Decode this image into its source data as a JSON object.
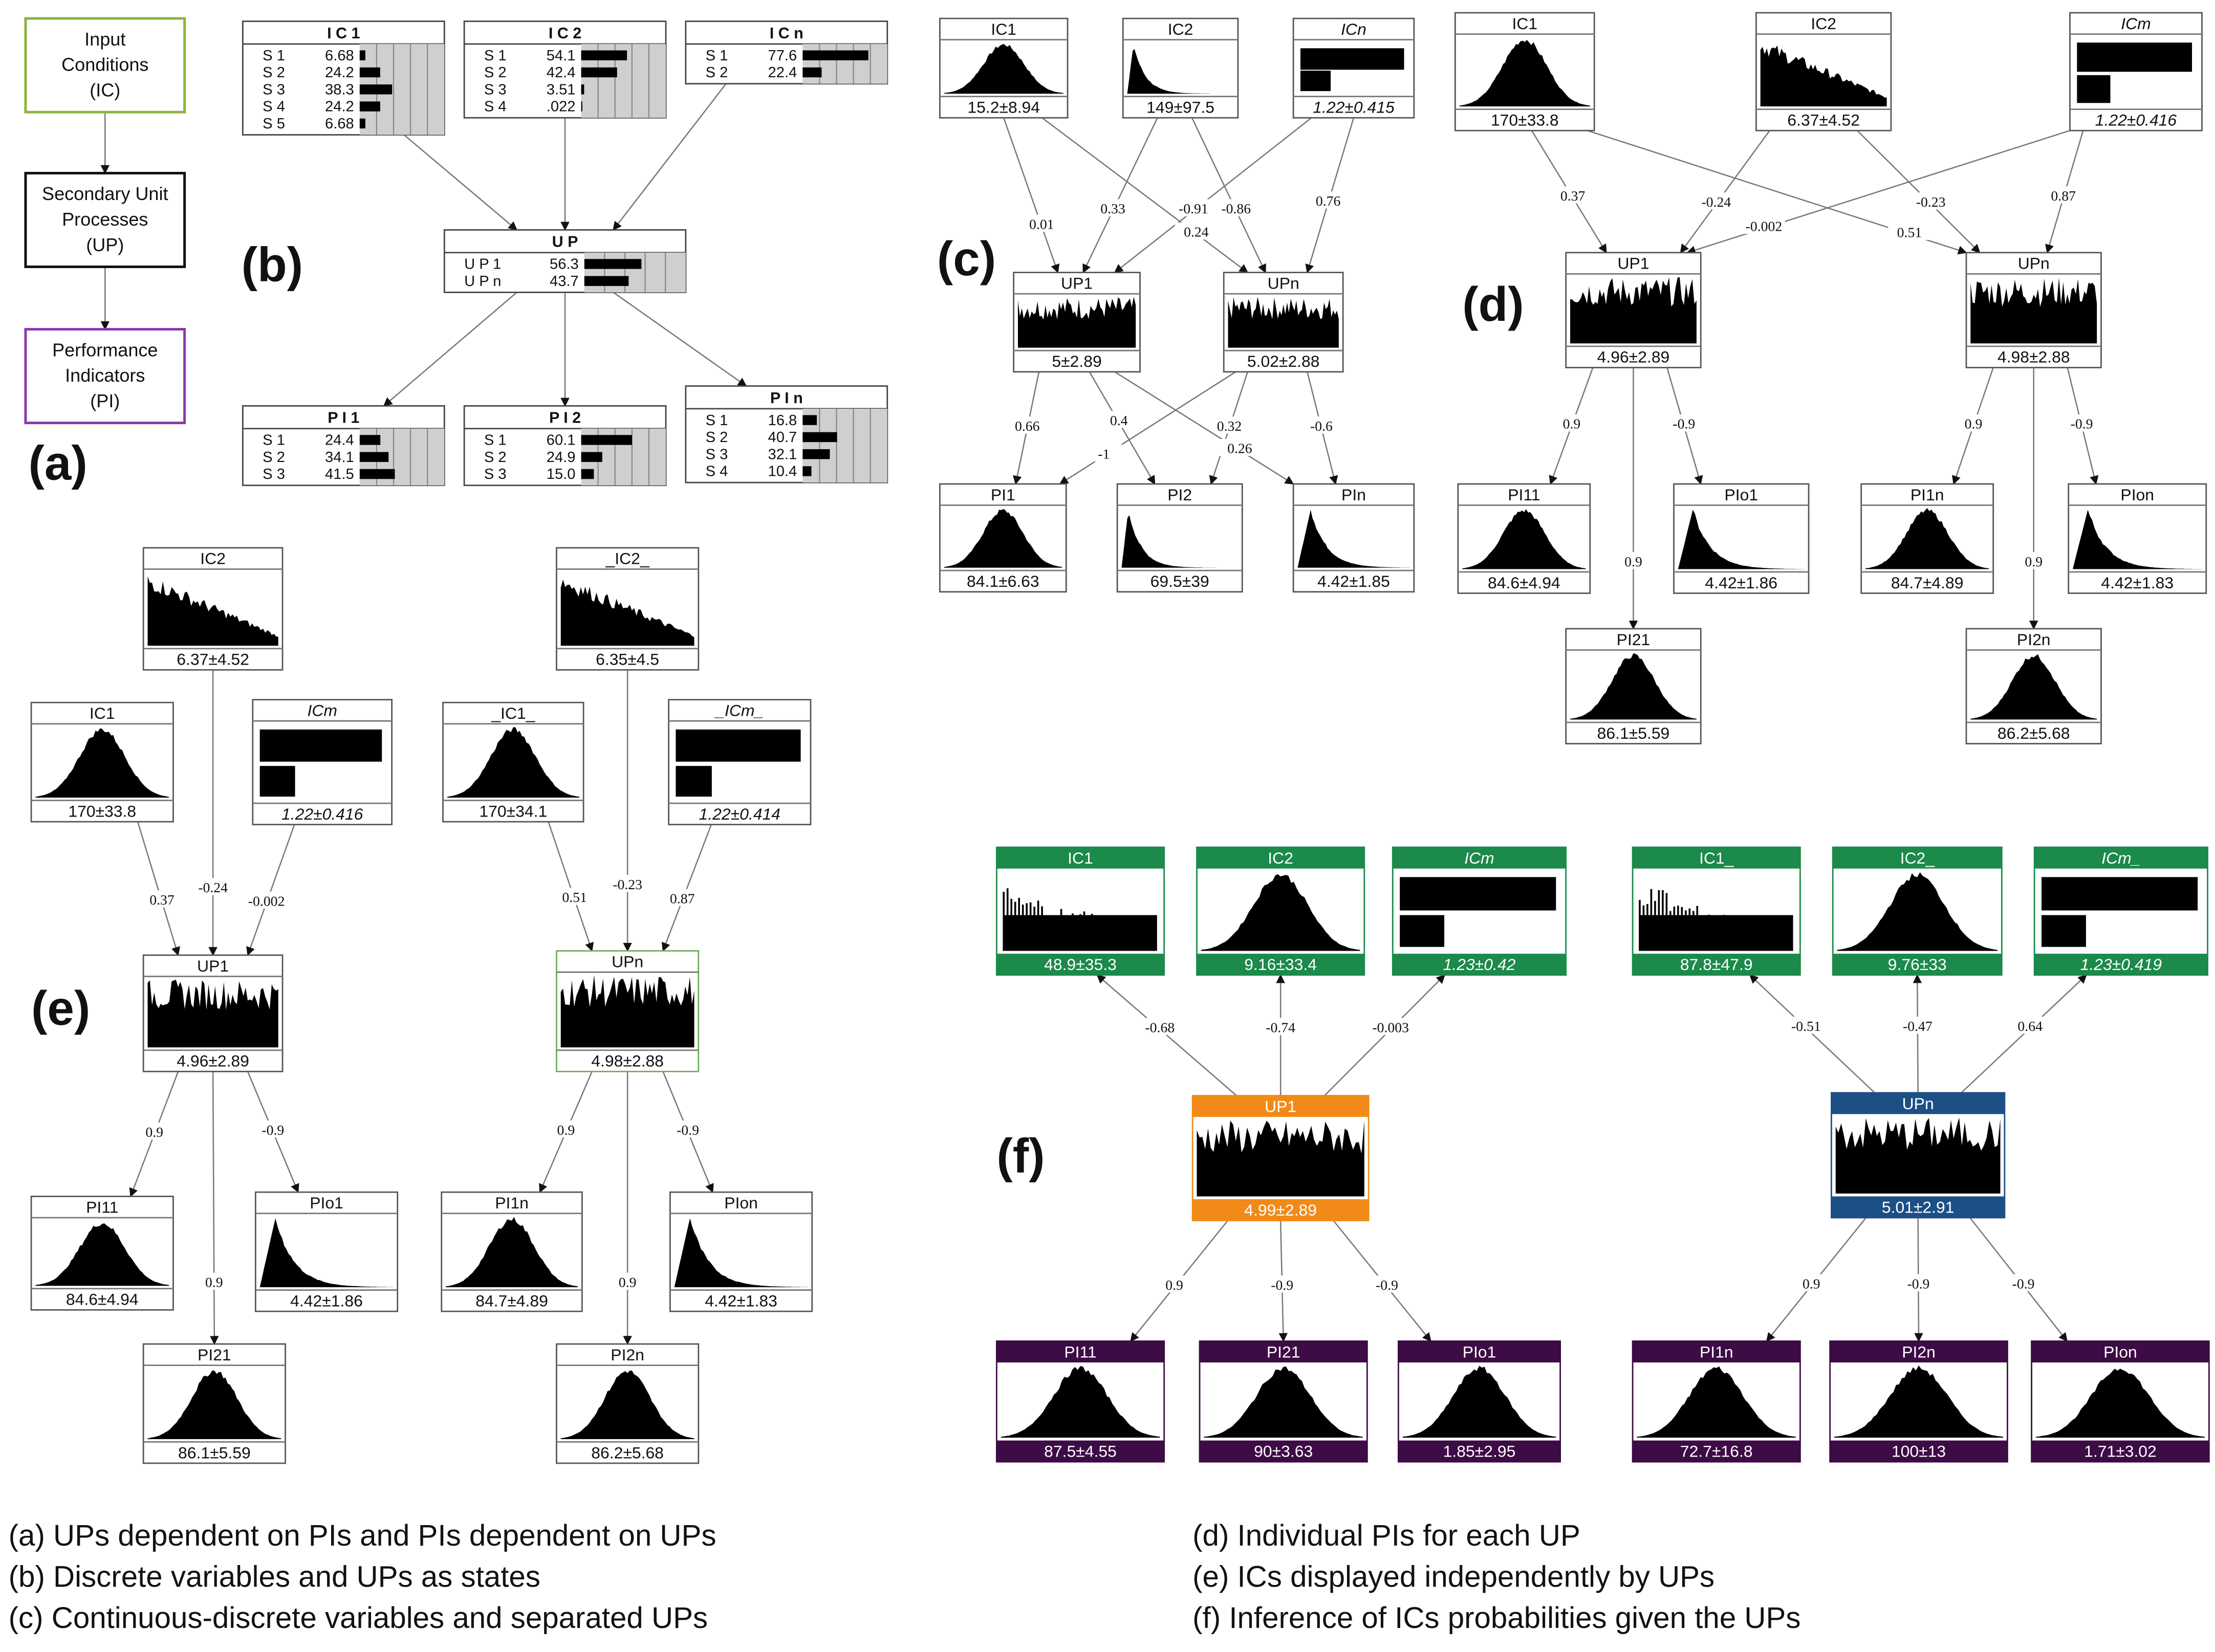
{
  "panel_letters": {
    "a": "(a)",
    "b": "(b)",
    "c": "(c)",
    "d": "(d)",
    "e": "(e)",
    "f": "(f)"
  },
  "a": {
    "ic": "Input|Conditions|(IC)",
    "up": "Secondary Unit|Processes|(UP)",
    "pi": "Performance|Indicators|(PI)",
    "colors": {
      "ic": "#8db33d",
      "up": "#111111",
      "pi": "#8a3aa8"
    }
  },
  "b": {
    "ic_tables": [
      {
        "title": "I C 1",
        "rows": [
          [
            "S 1",
            "6.68"
          ],
          [
            "S 2",
            "24.2"
          ],
          [
            "S 3",
            "38.3"
          ],
          [
            "S 4",
            "24.2"
          ],
          [
            "S 5",
            "6.68"
          ]
        ]
      },
      {
        "title": "I C 2",
        "rows": [
          [
            "S 1",
            "54.1"
          ],
          [
            "S 2",
            "42.4"
          ],
          [
            "S 3",
            "3.51"
          ],
          [
            "S 4",
            ".022"
          ]
        ]
      },
      {
        "title": "I C n",
        "rows": [
          [
            "S 1",
            "77.6"
          ],
          [
            "S 2",
            "22.4"
          ]
        ]
      }
    ],
    "up_table": {
      "title": "U P",
      "rows": [
        [
          "U P  1",
          "56.3"
        ],
        [
          "U P  n",
          "43.7"
        ]
      ]
    },
    "pi_tables": [
      {
        "title": "P I  1",
        "rows": [
          [
            "S 1",
            "24.4"
          ],
          [
            "S 2",
            "34.1"
          ],
          [
            "S 3",
            "41.5"
          ]
        ]
      },
      {
        "title": "P I  2",
        "rows": [
          [
            "S 1",
            "60.1"
          ],
          [
            "S 2",
            "24.9"
          ],
          [
            "S 3",
            "15.0"
          ]
        ]
      },
      {
        "title": "P I  n",
        "rows": [
          [
            "S 1",
            "16.8"
          ],
          [
            "S 2",
            "40.7"
          ],
          [
            "S 3",
            "32.1"
          ],
          [
            "S 4",
            "10.4"
          ]
        ]
      }
    ]
  },
  "c": {
    "nodes": [
      {
        "id": "IC1",
        "title": "IC1",
        "value": "15.2±8.94",
        "shape": "bell"
      },
      {
        "id": "IC2",
        "title": "IC2",
        "value": "149±97.5",
        "shape": "spike"
      },
      {
        "id": "ICn",
        "title": "ICn",
        "value": "1.22±0.415",
        "shape": "bars",
        "italic": true
      },
      {
        "id": "UP1",
        "title": "UP1",
        "value": "5±2.89",
        "shape": "uniform"
      },
      {
        "id": "UPn",
        "title": "UPn",
        "value": "5.02±2.88",
        "shape": "uniform"
      },
      {
        "id": "PI1",
        "title": "PI1",
        "value": "84.1±6.63",
        "shape": "bell"
      },
      {
        "id": "PI2",
        "title": "PI2",
        "value": "69.5±39",
        "shape": "spike"
      },
      {
        "id": "PIn",
        "title": "PIn",
        "value": "4.42±1.85",
        "shape": "skew"
      }
    ],
    "weights": [
      "0.01",
      "0.33",
      "-0.91",
      "0.24",
      "-0.86",
      "0.76",
      "0.66",
      "0.4",
      "-1",
      "0.32",
      "0.26",
      "-0.6"
    ]
  },
  "d": {
    "nodes": [
      {
        "id": "IC1",
        "title": "IC1",
        "value": "170±33.8",
        "shape": "bell"
      },
      {
        "id": "IC2",
        "title": "IC2",
        "value": "6.37±4.52",
        "shape": "decay"
      },
      {
        "id": "ICm",
        "title": "ICm",
        "value": "1.22±0.416",
        "shape": "bars",
        "italic": true
      },
      {
        "id": "UP1",
        "title": "UP1",
        "value": "4.96±2.89",
        "shape": "uniform"
      },
      {
        "id": "UPn",
        "title": "UPn",
        "value": "4.98±2.88",
        "shape": "uniform"
      },
      {
        "id": "PI11",
        "title": "PI11",
        "value": "84.6±4.94",
        "shape": "bell"
      },
      {
        "id": "PIo1",
        "title": "PIo1",
        "value": "4.42±1.86",
        "shape": "skew"
      },
      {
        "id": "PI21",
        "title": "PI21",
        "value": "86.1±5.59",
        "shape": "bell"
      },
      {
        "id": "PI1n",
        "title": "PI1n",
        "value": "84.7±4.89",
        "shape": "bell"
      },
      {
        "id": "PIon",
        "title": "PIon",
        "value": "4.42±1.83",
        "shape": "skew"
      },
      {
        "id": "PI2n",
        "title": "PI2n",
        "value": "86.2±5.68",
        "shape": "bell"
      }
    ],
    "weights": [
      "0.37",
      "-0.24",
      "-0.002",
      "-0.23",
      "0.51",
      "0.87",
      "0.9",
      "-0.9",
      "0.9",
      "0.9",
      "-0.9",
      "0.9"
    ]
  },
  "e": {
    "nodes": [
      {
        "id": "IC2",
        "title": "IC2",
        "value": "6.37±4.52",
        "shape": "decay"
      },
      {
        "id": "IC1",
        "title": "IC1",
        "value": "170±33.8",
        "shape": "bell"
      },
      {
        "id": "ICm",
        "title": "ICm",
        "value": "1.22±0.416",
        "shape": "bars",
        "italic": true
      },
      {
        "id": "UP1",
        "title": "UP1",
        "value": "4.96±2.89",
        "shape": "uniform"
      },
      {
        "id": "PI11",
        "title": "PI11",
        "value": "84.6±4.94",
        "shape": "bell"
      },
      {
        "id": "PIo1",
        "title": "PIo1",
        "value": "4.42±1.86",
        "shape": "skew"
      },
      {
        "id": "PI21",
        "title": "PI21",
        "value": "86.1±5.59",
        "shape": "bell"
      },
      {
        "id": "IC2_",
        "title": "_IC2_",
        "value": "6.35±4.5",
        "shape": "decay"
      },
      {
        "id": "IC1_",
        "title": "_IC1_",
        "value": "170±34.1",
        "shape": "bell"
      },
      {
        "id": "ICm_",
        "title": "_ICm_",
        "value": "1.22±0.414",
        "shape": "bars",
        "italic": true
      },
      {
        "id": "UPn",
        "title": "UPn",
        "value": "4.98±2.88",
        "shape": "uniform",
        "selected": true
      },
      {
        "id": "PI1n",
        "title": "PI1n",
        "value": "84.7±4.89",
        "shape": "bell"
      },
      {
        "id": "PIon",
        "title": "PIon",
        "value": "4.42±1.83",
        "shape": "skew"
      },
      {
        "id": "PI2n",
        "title": "PI2n",
        "value": "86.2±5.68",
        "shape": "bell"
      }
    ],
    "weights": [
      "0.37",
      "-0.24",
      "-0.002",
      "0.9",
      "-0.9",
      "0.9",
      "0.51",
      "-0.23",
      "0.87",
      "0.9",
      "-0.9",
      "0.9"
    ]
  },
  "f": {
    "nodes": [
      {
        "id": "IC1",
        "title": "IC1",
        "value": "48.9±35.3",
        "shape": "comb",
        "theme": "green"
      },
      {
        "id": "IC2",
        "title": "IC2",
        "value": "9.16±33.4",
        "shape": "bell",
        "theme": "green"
      },
      {
        "id": "ICm",
        "title": "ICm",
        "value": "1.23±0.42",
        "shape": "bars",
        "italic": true,
        "theme": "green"
      },
      {
        "id": "UP1",
        "title": "UP1",
        "value": "4.99±2.89",
        "shape": "uniform",
        "theme": "orange"
      },
      {
        "id": "PI11",
        "title": "PI11",
        "value": "87.5±4.55",
        "shape": "bell",
        "theme": "purple"
      },
      {
        "id": "PI21",
        "title": "PI21",
        "value": "90±3.63",
        "shape": "bell",
        "theme": "purple"
      },
      {
        "id": "PIo1",
        "title": "PIo1",
        "value": "1.85±2.95",
        "shape": "bell",
        "theme": "purple"
      },
      {
        "id": "IC1_",
        "title": "IC1_",
        "value": "87.8±47.9",
        "shape": "comb",
        "theme": "green"
      },
      {
        "id": "IC2_",
        "title": "IC2_",
        "value": "9.76±33",
        "shape": "bell",
        "theme": "green"
      },
      {
        "id": "ICm_",
        "title": "ICm_",
        "value": "1.23±0.419",
        "shape": "bars",
        "italic": true,
        "theme": "green"
      },
      {
        "id": "UPn",
        "title": "UPn",
        "value": "5.01±2.91",
        "shape": "uniform",
        "theme": "blue"
      },
      {
        "id": "PI1n",
        "title": "PI1n",
        "value": "72.7±16.8",
        "shape": "bell",
        "theme": "purple"
      },
      {
        "id": "PI2n",
        "title": "PI2n",
        "value": "100±13",
        "shape": "bell",
        "theme": "purple"
      },
      {
        "id": "PIon",
        "title": "PIon",
        "value": "1.71±3.02",
        "shape": "bell",
        "theme": "purple"
      }
    ],
    "weights": [
      "-0.68",
      "-0.74",
      "-0.003",
      "0.9",
      "-0.9",
      "-0.9",
      "-0.51",
      "-0.47",
      "0.64",
      "0.9",
      "-0.9",
      "-0.9"
    ],
    "theme_colors": {
      "green": "#1b8a4a",
      "orange": "#f28a17",
      "blue": "#1c4f86",
      "purple": "#3d0b45"
    }
  },
  "captions": {
    "a": "(a) UPs dependent on PIs and PIs dependent on UPs",
    "b": "(b) Discrete variables and UPs as states",
    "c": "(c) Continuous-discrete variables and separated UPs",
    "d": "(d) Individual PIs for each UP",
    "e": "(e) ICs displayed independently by UPs",
    "f": "(f) Inference of ICs probabilities given the UPs"
  }
}
